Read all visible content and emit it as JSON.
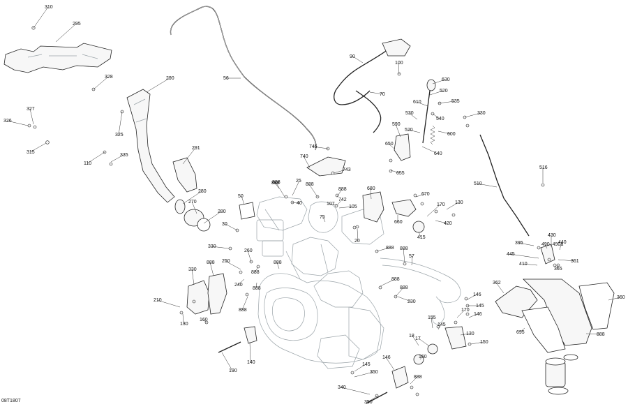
{
  "diagram": {
    "code": "08T1807",
    "callouts": [
      "310",
      "295",
      "328",
      "327",
      "326",
      "315",
      "325",
      "290",
      "110",
      "335",
      "291",
      "56",
      "280",
      "270",
      "280",
      "50",
      "888",
      "25",
      "40",
      "888",
      "75",
      "888",
      "742",
      "107",
      "105",
      "745",
      "740",
      "743",
      "680",
      "670",
      "660",
      "640",
      "650",
      "655",
      "590",
      "530",
      "610",
      "520",
      "630",
      "520",
      "535",
      "540",
      "600",
      "330",
      "90",
      "100",
      "70",
      "510",
      "516",
      "30",
      "330",
      "260",
      "250",
      "240",
      "888",
      "888",
      "888",
      "888",
      "888",
      "888",
      "888",
      "888",
      "888",
      "57",
      "20",
      "230",
      "330",
      "888",
      "210",
      "130",
      "160",
      "140",
      "190",
      "170",
      "130",
      "420",
      "415",
      "395",
      "430",
      "490, 490a",
      "440",
      "445",
      "410",
      "365",
      "361",
      "362",
      "360",
      "695",
      "888",
      "146",
      "145",
      "170",
      "155",
      "145",
      "146",
      "130",
      "150",
      "18",
      "17",
      "160",
      "146",
      "145",
      "350",
      "340",
      "350",
      "888"
    ]
  }
}
